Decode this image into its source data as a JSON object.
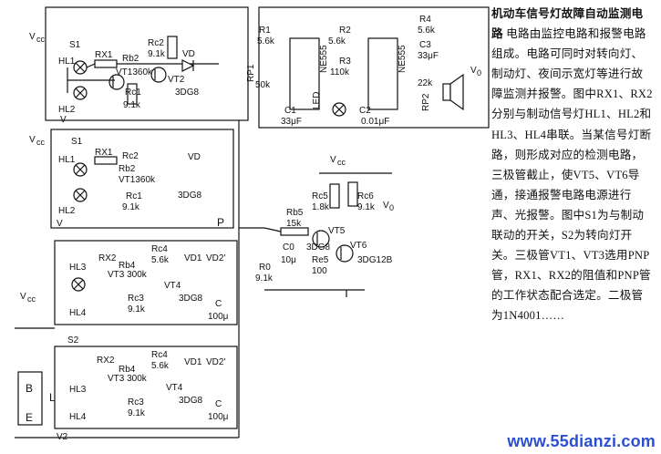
{
  "diagram": {
    "labels": {
      "vcc": "V",
      "vcc_sub": "cc",
      "s1": "S1",
      "s2": "S2",
      "hl1": "HL1",
      "hl2": "HL2",
      "hl3": "HL3",
      "hl4": "HL4",
      "rx1": "RX1",
      "rx2": "RX2",
      "rb2": "Rb2",
      "rb4": "Rb4",
      "rc1": "Rc1",
      "rc2": "Rc2",
      "rc3": "Rc3",
      "rc4": "Rc4",
      "rc5": "Rc5",
      "rc6": "Rc6",
      "rb5": "Rb5",
      "re5": "Re5",
      "r0": "R0",
      "c0": "C0",
      "c": "C",
      "vt1_360k": "VT1360k",
      "vt2": "VT2",
      "vt3_300k": "VT3 300k",
      "vt4": "VT4",
      "vt5": "VT5",
      "vt6": "VT6",
      "vd0": "VD",
      "vd1": "VD1",
      "vd2": "VD2'",
      "dg8": "3DG8",
      "dg12b": "3DG12B",
      "v0": "V",
      "v0_sub": "0",
      "v": "V",
      "v2": "V2",
      "p": "P",
      "b": "B",
      "l": "L",
      "e": "E",
      "r1": "R1",
      "r2": "R2",
      "r3": "R3",
      "r4": "R4",
      "rp1": "RP1",
      "rp2": "RP2",
      "c1": "C1",
      "c2": "C2",
      "c3": "C3",
      "led": "LED",
      "ne555": "NE555",
      "ne555_2": "NE555",
      "v_9_1k": "9.1k",
      "v_5_6k": "5.6k",
      "v_1_8k": "1.8k",
      "v_15k": "15k",
      "v_100": "100",
      "v_10u": "10μ",
      "v_100u": "100μ",
      "v_9_1k_b": "9.1k",
      "v_50k": "50k",
      "v_110k": "110k",
      "v_33u": "33μF",
      "v_0_01u": "0.01μF",
      "v_22k": "22k",
      "v_33uF_c3": "33μF"
    }
  },
  "article": {
    "title": "机动车信号灯故障自动监测电路",
    "text": "电路由监控电路和报警电路组成。电路可同时对转向灯、制动灯、夜间示宽灯等进行故障监测并报警。图中RX1、RX2分别与制动信号灯HL1、HL2和HL3、HL4串联。当某信号灯断路，则形成对应的检测电路，三极管截止，使VT5、VT6导通，接通报警电路电源进行声、光报警。图中S1为与制动联动的开关，S2为转向灯开关。三极管VT1、VT3选用PNP管，RX1、RX2的阻值和PNP管的工作状态配合选定。二极管为1N4001……"
  },
  "watermark": "www.55dianzi.com"
}
